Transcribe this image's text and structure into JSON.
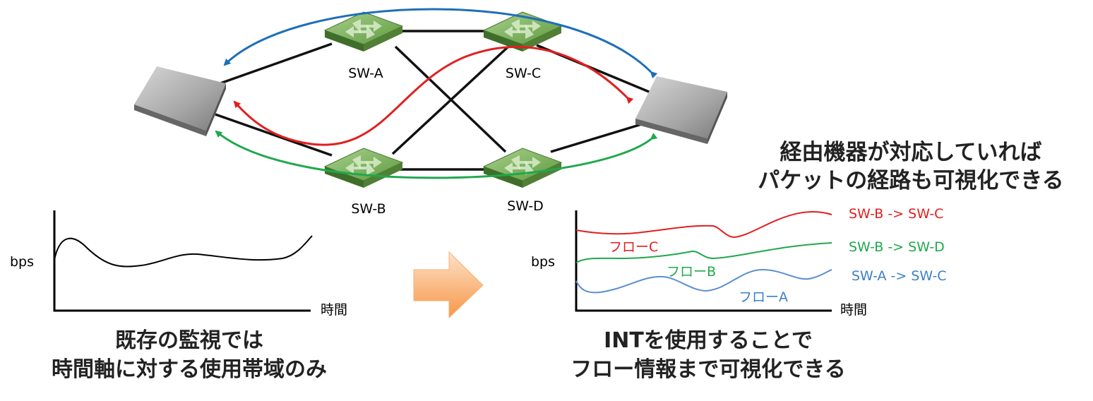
{
  "network": {
    "switches": {
      "a": "SW-A",
      "b": "SW-B",
      "c": "SW-C",
      "d": "SW-D"
    }
  },
  "note": {
    "line1": "経由機器が対応していれば",
    "line2": "パケットの経路も可視化できる"
  },
  "left_graph": {
    "y_label": "bps",
    "x_label": "時間",
    "caption_line1": "既存の監視では",
    "caption_line2": "時間軸に対する使用帯域のみ"
  },
  "right_graph": {
    "y_label": "bps",
    "x_label": "時間",
    "flows": [
      {
        "name": "フローC",
        "path": "SW-B -> SW-C",
        "color": "#e02020"
      },
      {
        "name": "フローB",
        "path": "SW-B -> SW-D",
        "color": "#20a84c"
      },
      {
        "name": "フローA",
        "path": "SW-A -> SW-C",
        "color": "#3d7fc8"
      }
    ],
    "caption_line1": "INTを使用することで",
    "caption_line2": "フロー情報まで可視化できる"
  },
  "colors": {
    "flow_red": "#e02020",
    "flow_green": "#20a84c",
    "flow_blue": "#1e6fb8",
    "switch_green": "#6aa84f",
    "arrow_orange": "#f9a25c"
  }
}
